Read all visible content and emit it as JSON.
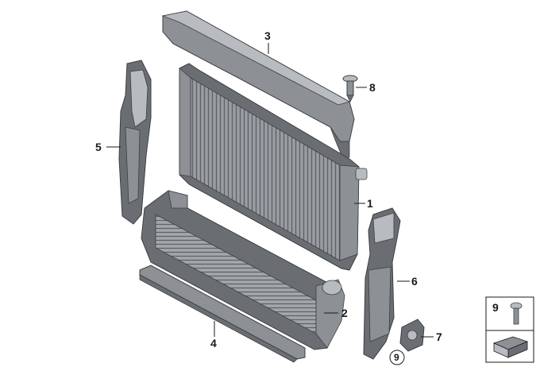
{
  "callouts": [
    {
      "id": "c1",
      "label": "1"
    },
    {
      "id": "c2",
      "label": "2"
    },
    {
      "id": "c3",
      "label": "3"
    },
    {
      "id": "c4",
      "label": "4"
    },
    {
      "id": "c5",
      "label": "5"
    },
    {
      "id": "c6",
      "label": "6"
    },
    {
      "id": "c7",
      "label": "7"
    },
    {
      "id": "c8",
      "label": "8"
    },
    {
      "id": "c9",
      "label": "9"
    }
  ],
  "legend_box": {
    "label": "9"
  },
  "colors": {
    "part_dark": "#6a6e73",
    "part_mid": "#8d9196",
    "part_light": "#b8bcc0",
    "outline": "#3c3f42",
    "leader": "#1a1a1a"
  }
}
